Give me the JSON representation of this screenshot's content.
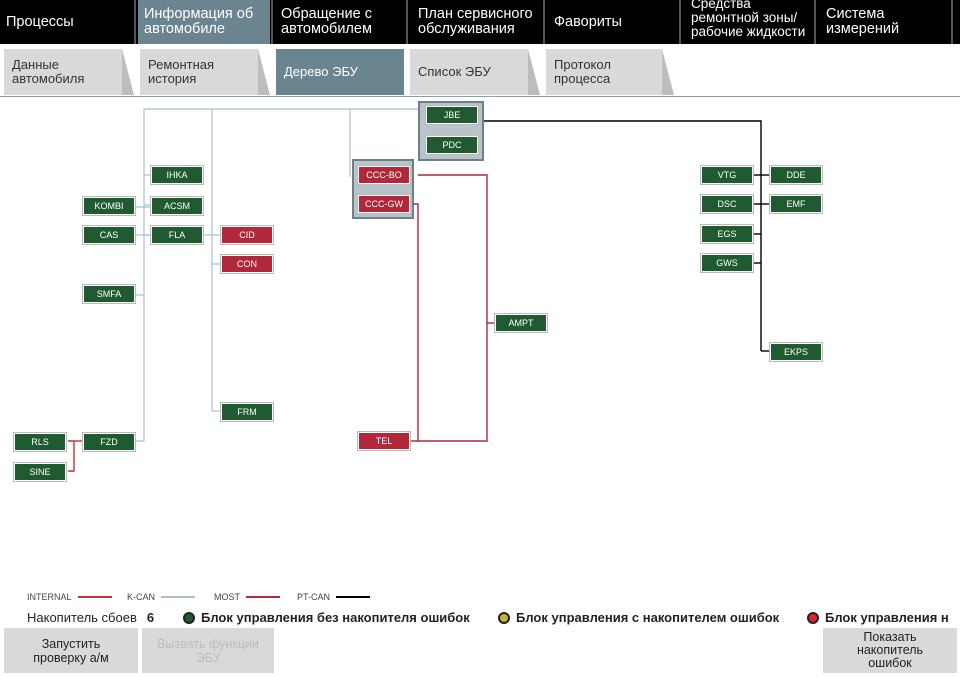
{
  "top_tabs": [
    {
      "label": "Процессы"
    },
    {
      "label": "Информация об\nавтомобиле"
    },
    {
      "label": "Обращение с\nавтомобилем"
    },
    {
      "label": "План сервисного\nобслуживания"
    },
    {
      "label": "Фавориты"
    },
    {
      "label": "Средства\nремонтной зоны/\nрабочие жидкости"
    },
    {
      "label": "Система\nизмерений"
    }
  ],
  "sub_tabs": [
    {
      "label": "Данные\nавтомобиля"
    },
    {
      "label": "Ремонтная\nистория"
    },
    {
      "label": "Дерево ЭБУ"
    },
    {
      "label": "Список ЭБУ"
    },
    {
      "label": "Протокол\nпроцесса"
    }
  ],
  "ecus": {
    "jbe": "JBE",
    "pdc": "PDC",
    "ihka": "IHKA",
    "kombi": "KOMBI",
    "acsm": "ACSM",
    "cas": "CAS",
    "fla": "FLA",
    "cid": "CID",
    "con": "CON",
    "smfa": "SMFA",
    "frm": "FRM",
    "rls": "RLS",
    "fzd": "FZD",
    "sine": "SINE",
    "ccc_bo": "CCC-BO",
    "ccc_gw": "CCC-GW",
    "ampt": "AMPT",
    "tel": "TEL",
    "vtg": "VTG",
    "dde": "DDE",
    "dsc": "DSC",
    "emf": "EMF",
    "egs": "EGS",
    "gws": "GWS",
    "ekps": "EKPS"
  },
  "legend": {
    "internal": "INTERNAL",
    "kcan": "K-CAN",
    "most": "MOST",
    "ptcan": "PT-CAN"
  },
  "status": {
    "fault_memory_label": "Накопитель сбоев",
    "fault_memory_count": "6",
    "no_fault": "Блок управления без накопителя ошибок",
    "with_fault": "Блок управления с накопителем ошибок",
    "third": "Блок управления н"
  },
  "buttons": {
    "start_check": "Запустить\nпроверку а/м",
    "call_functions": "Вызвать функции\nЭБУ",
    "show_memory": "Показать\nнакопитель\nошибок"
  },
  "colors": {
    "green_ecu": "#1f5a30",
    "red_ecu": "#b0283a",
    "active_tab": "#6b8590",
    "internal_line": "#c0303f",
    "kcan_line": "#a9c0cc",
    "most_line": "#b0283a",
    "ptcan_line": "#000000",
    "dot_green": "#1f5a30",
    "dot_yellow": "#c9b030",
    "dot_red": "#e02030"
  }
}
